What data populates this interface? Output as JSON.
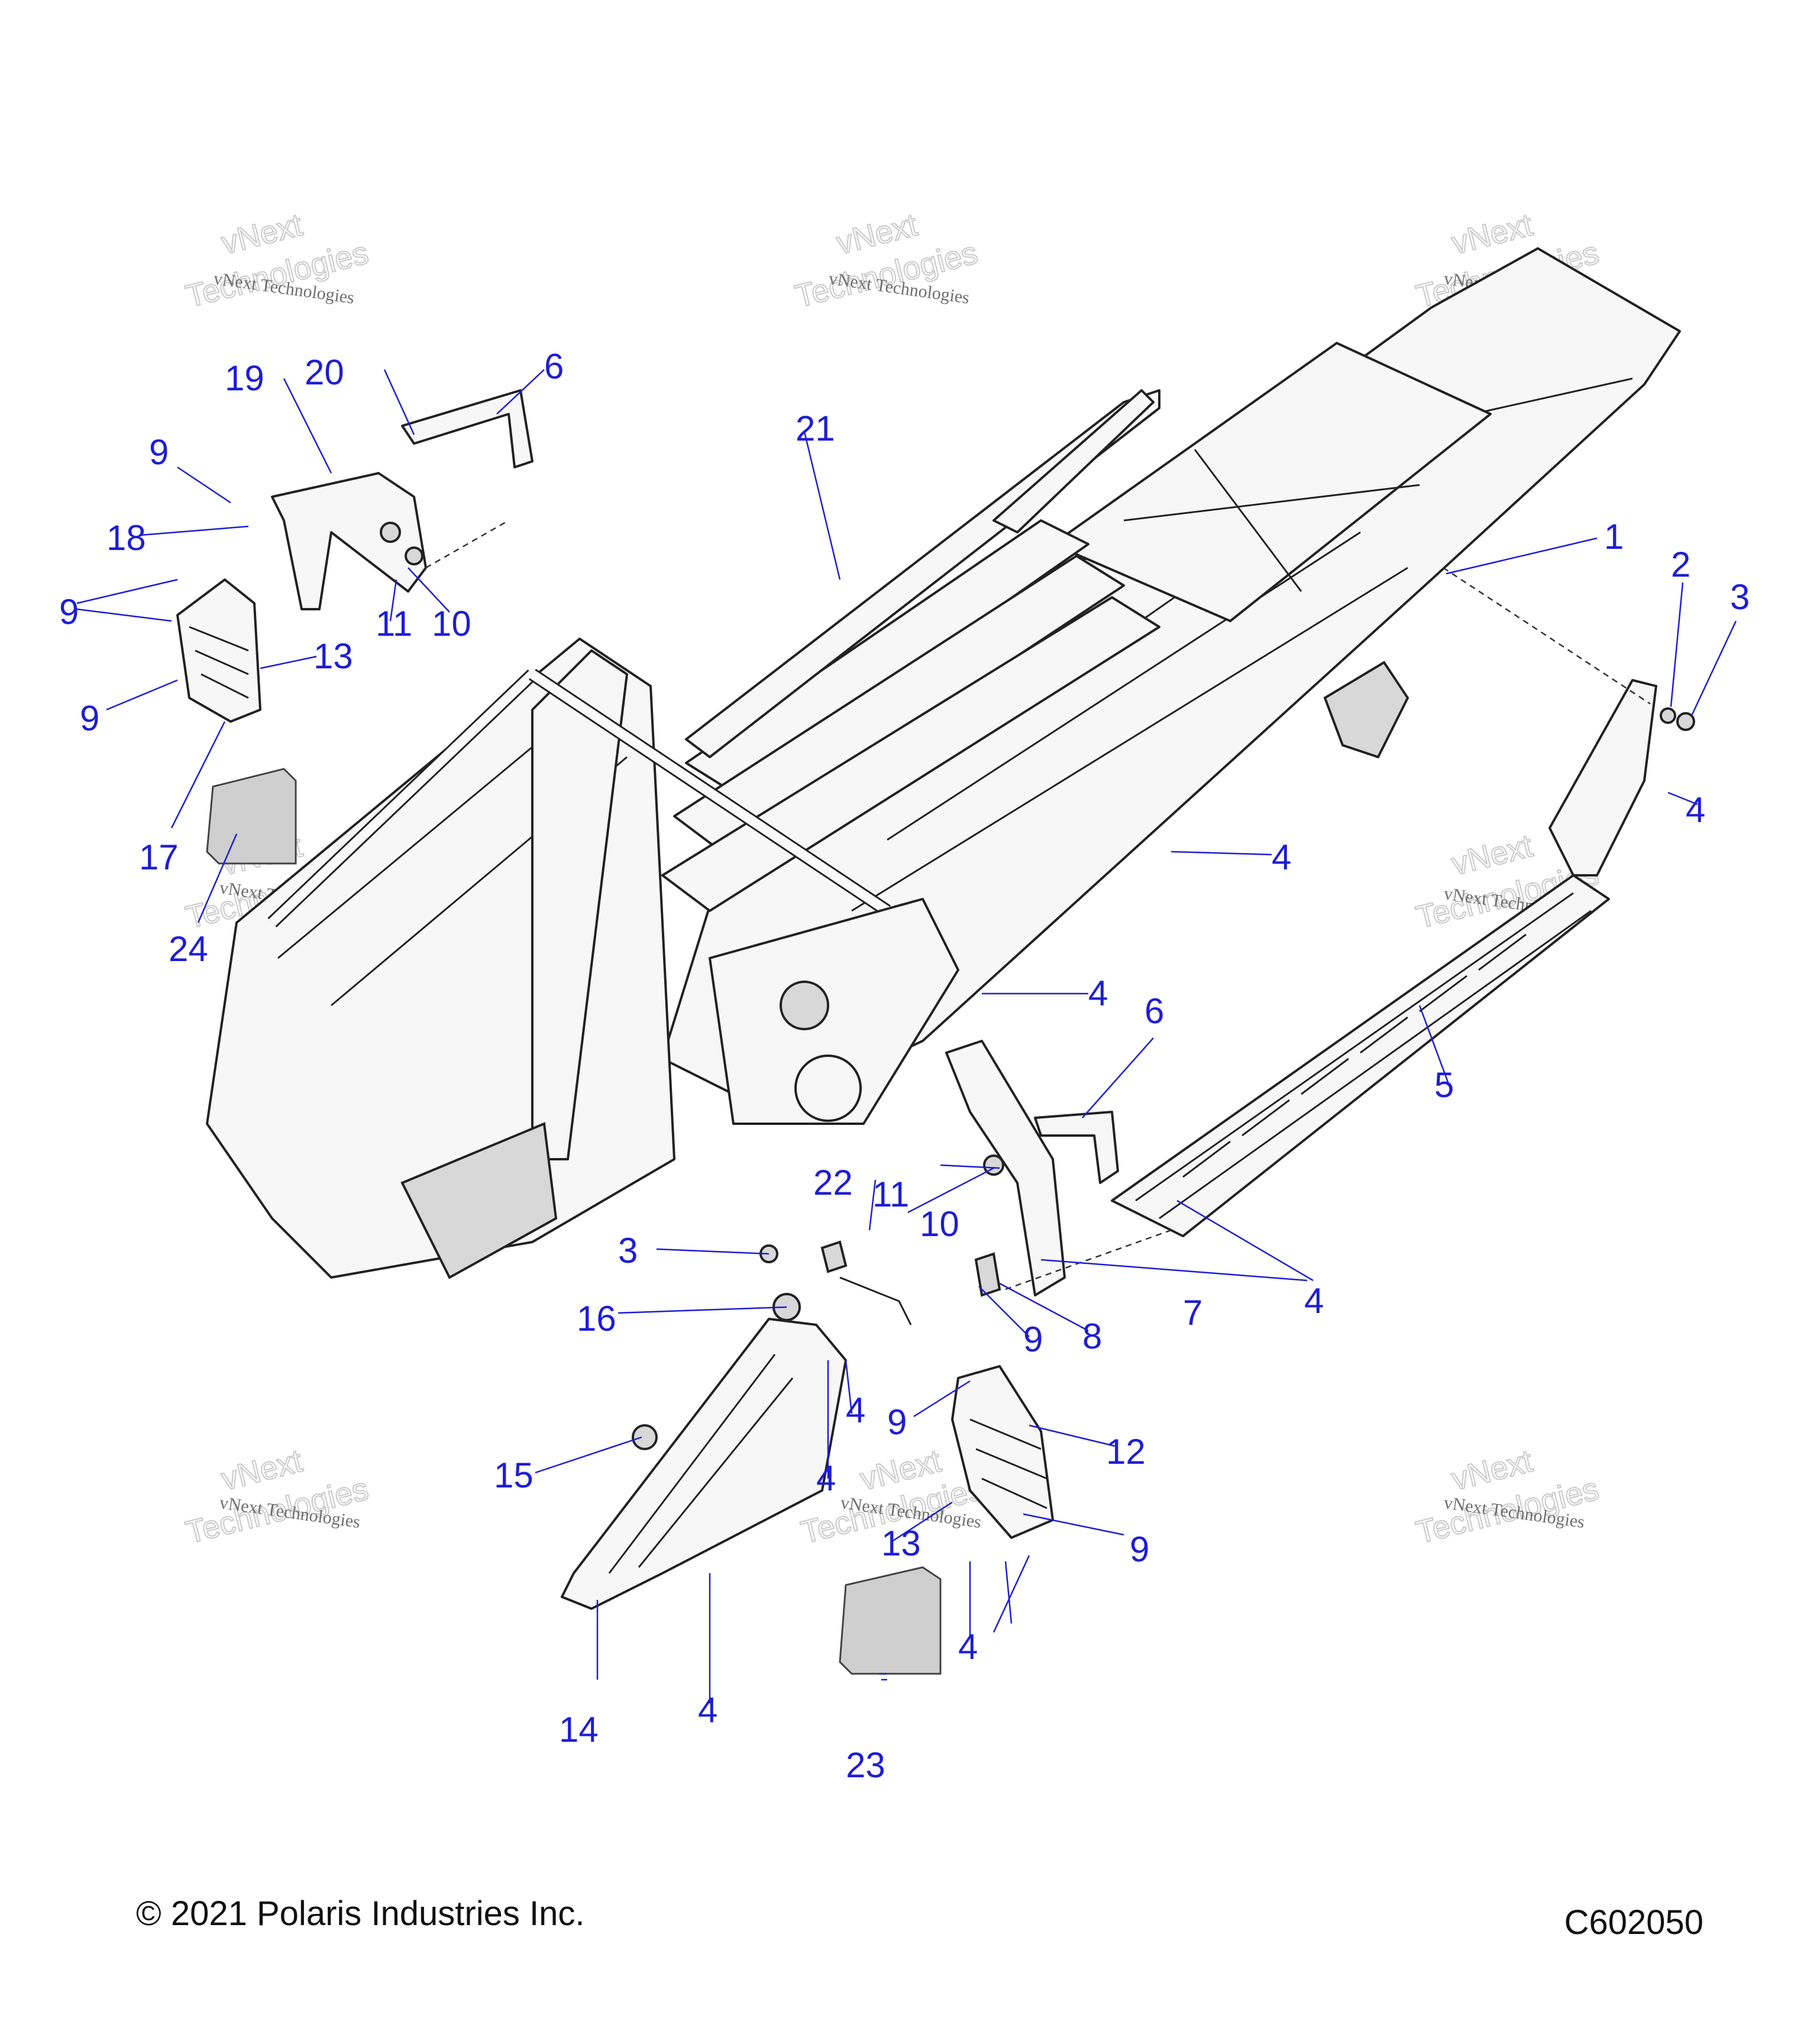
{
  "diagram": {
    "footer": {
      "copyright": "© 2021 Polaris Industries Inc.",
      "code": "C602050"
    },
    "watermark": {
      "line1": "vNext Technologies",
      "ghost_top": "vNext",
      "ghost_bottom": "Technologies"
    },
    "callouts": [
      {
        "id": "c1",
        "label": "1"
      },
      {
        "id": "c2",
        "label": "2"
      },
      {
        "id": "c3a",
        "label": "3"
      },
      {
        "id": "c3b",
        "label": "3"
      },
      {
        "id": "c4a",
        "label": "4"
      },
      {
        "id": "c4b",
        "label": "4"
      },
      {
        "id": "c4c",
        "label": "4"
      },
      {
        "id": "c4d",
        "label": "4"
      },
      {
        "id": "c4e",
        "label": "4"
      },
      {
        "id": "c4f",
        "label": "4"
      },
      {
        "id": "c4g",
        "label": "4"
      },
      {
        "id": "c4h",
        "label": "4"
      },
      {
        "id": "c5",
        "label": "5"
      },
      {
        "id": "c6a",
        "label": "6"
      },
      {
        "id": "c6b",
        "label": "6"
      },
      {
        "id": "c7",
        "label": "7"
      },
      {
        "id": "c8",
        "label": "8"
      },
      {
        "id": "c9a",
        "label": "9"
      },
      {
        "id": "c9b",
        "label": "9"
      },
      {
        "id": "c9c",
        "label": "9"
      },
      {
        "id": "c9d",
        "label": "9"
      },
      {
        "id": "c9e",
        "label": "9"
      },
      {
        "id": "c9f",
        "label": "9"
      },
      {
        "id": "c10a",
        "label": "10"
      },
      {
        "id": "c10b",
        "label": "10"
      },
      {
        "id": "c11a",
        "label": "11"
      },
      {
        "id": "c11b",
        "label": "11"
      },
      {
        "id": "c12",
        "label": "12"
      },
      {
        "id": "c13a",
        "label": "13"
      },
      {
        "id": "c13b",
        "label": "13"
      },
      {
        "id": "c14",
        "label": "14"
      },
      {
        "id": "c15",
        "label": "15"
      },
      {
        "id": "c16",
        "label": "16"
      },
      {
        "id": "c17",
        "label": "17"
      },
      {
        "id": "c18",
        "label": "18"
      },
      {
        "id": "c19",
        "label": "19"
      },
      {
        "id": "c20",
        "label": "20"
      },
      {
        "id": "c21",
        "label": "21"
      },
      {
        "id": "c22",
        "label": "22"
      },
      {
        "id": "c23",
        "label": "23"
      },
      {
        "id": "c24",
        "label": "24"
      }
    ]
  }
}
